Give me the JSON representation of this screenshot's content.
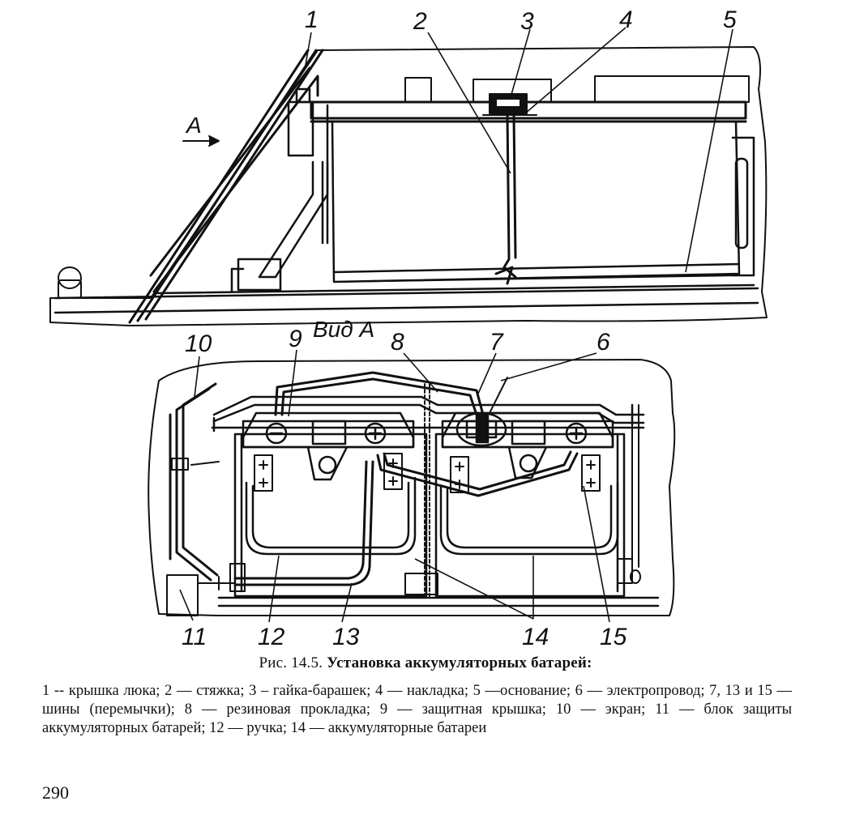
{
  "view_label": "Вид А",
  "arrow_label": "А",
  "callouts": [
    "1",
    "2",
    "3",
    "4",
    "5",
    "6",
    "7",
    "8",
    "9",
    "10",
    "11",
    "12",
    "13",
    "14",
    "15"
  ],
  "caption": {
    "prefix": "Рис. 14.5.",
    "title": "Установка аккумуляторных батарей:"
  },
  "legend": "1 -- крышка люка; 2 — стяжка; 3 – гайка-барашек; 4 — накладка; 5 —основание; 6 — электропровод; 7, 13 и 15 — шины (перемычки); 8 — резиновая прокладка; 9 — защитная крышка; 10 — экран; 11 — блок защиты аккумуляторных батарей; 12 — ручка; 14 — аккумуляторные батареи",
  "page_number": "290"
}
